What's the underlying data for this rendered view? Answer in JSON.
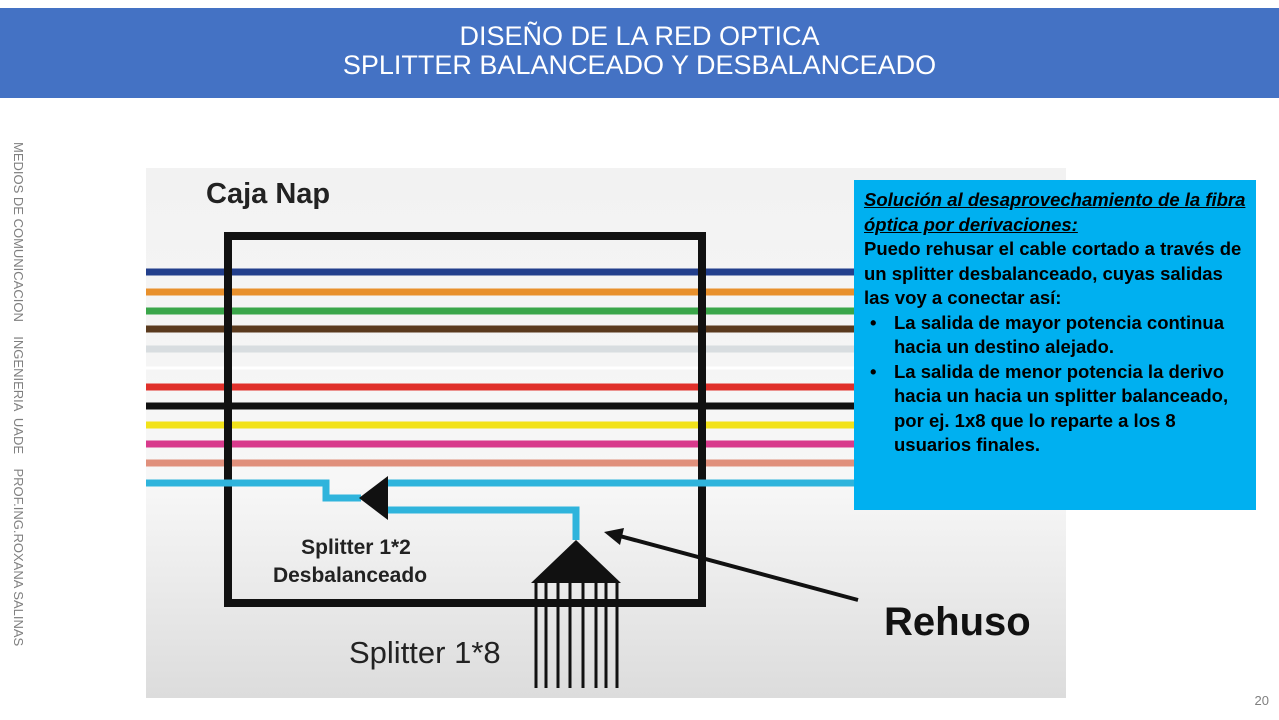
{
  "header": {
    "line1": "DISEÑO DE LA RED OPTICA",
    "line2": "SPLITTER BALANCEADO Y DESBALANCEADO"
  },
  "sidebar": {
    "text": "MEDIOS DE COMUNICACION    INGENIERIA  UADE    PROF.ING.ROXANA SALINAS"
  },
  "diagram": {
    "box_label": "Caja  Nap",
    "splitter12_line1": "Splitter  1*2",
    "splitter12_line2": "Desbalanceado",
    "splitter18": "Splitter 1*8",
    "rehuso": "Rehuso",
    "fiber_colors": [
      "#233f8c",
      "#e8902c",
      "#3aa64a",
      "#5a3a1e",
      "#d8dde0",
      "#ffffff",
      "#e0302a",
      "#111111",
      "#f2e21a",
      "#d83a8c",
      "#e0907c",
      "#2fb4dc"
    ]
  },
  "info": {
    "title": "Solución al desaprovechamiento de la fibra óptica por derivaciones:",
    "body": "Puedo rehusar el cable cortado a través de un splitter desbalanceado, cuyas salidas las voy a conectar así:",
    "bullets": [
      "La salida de mayor potencia continua hacia un destino alejado.",
      " La salida de menor potencia la derivo hacia un hacia un splitter balanceado, por ej. 1x8 que lo reparte a los 8 usuarios finales."
    ]
  },
  "page_number": "20"
}
